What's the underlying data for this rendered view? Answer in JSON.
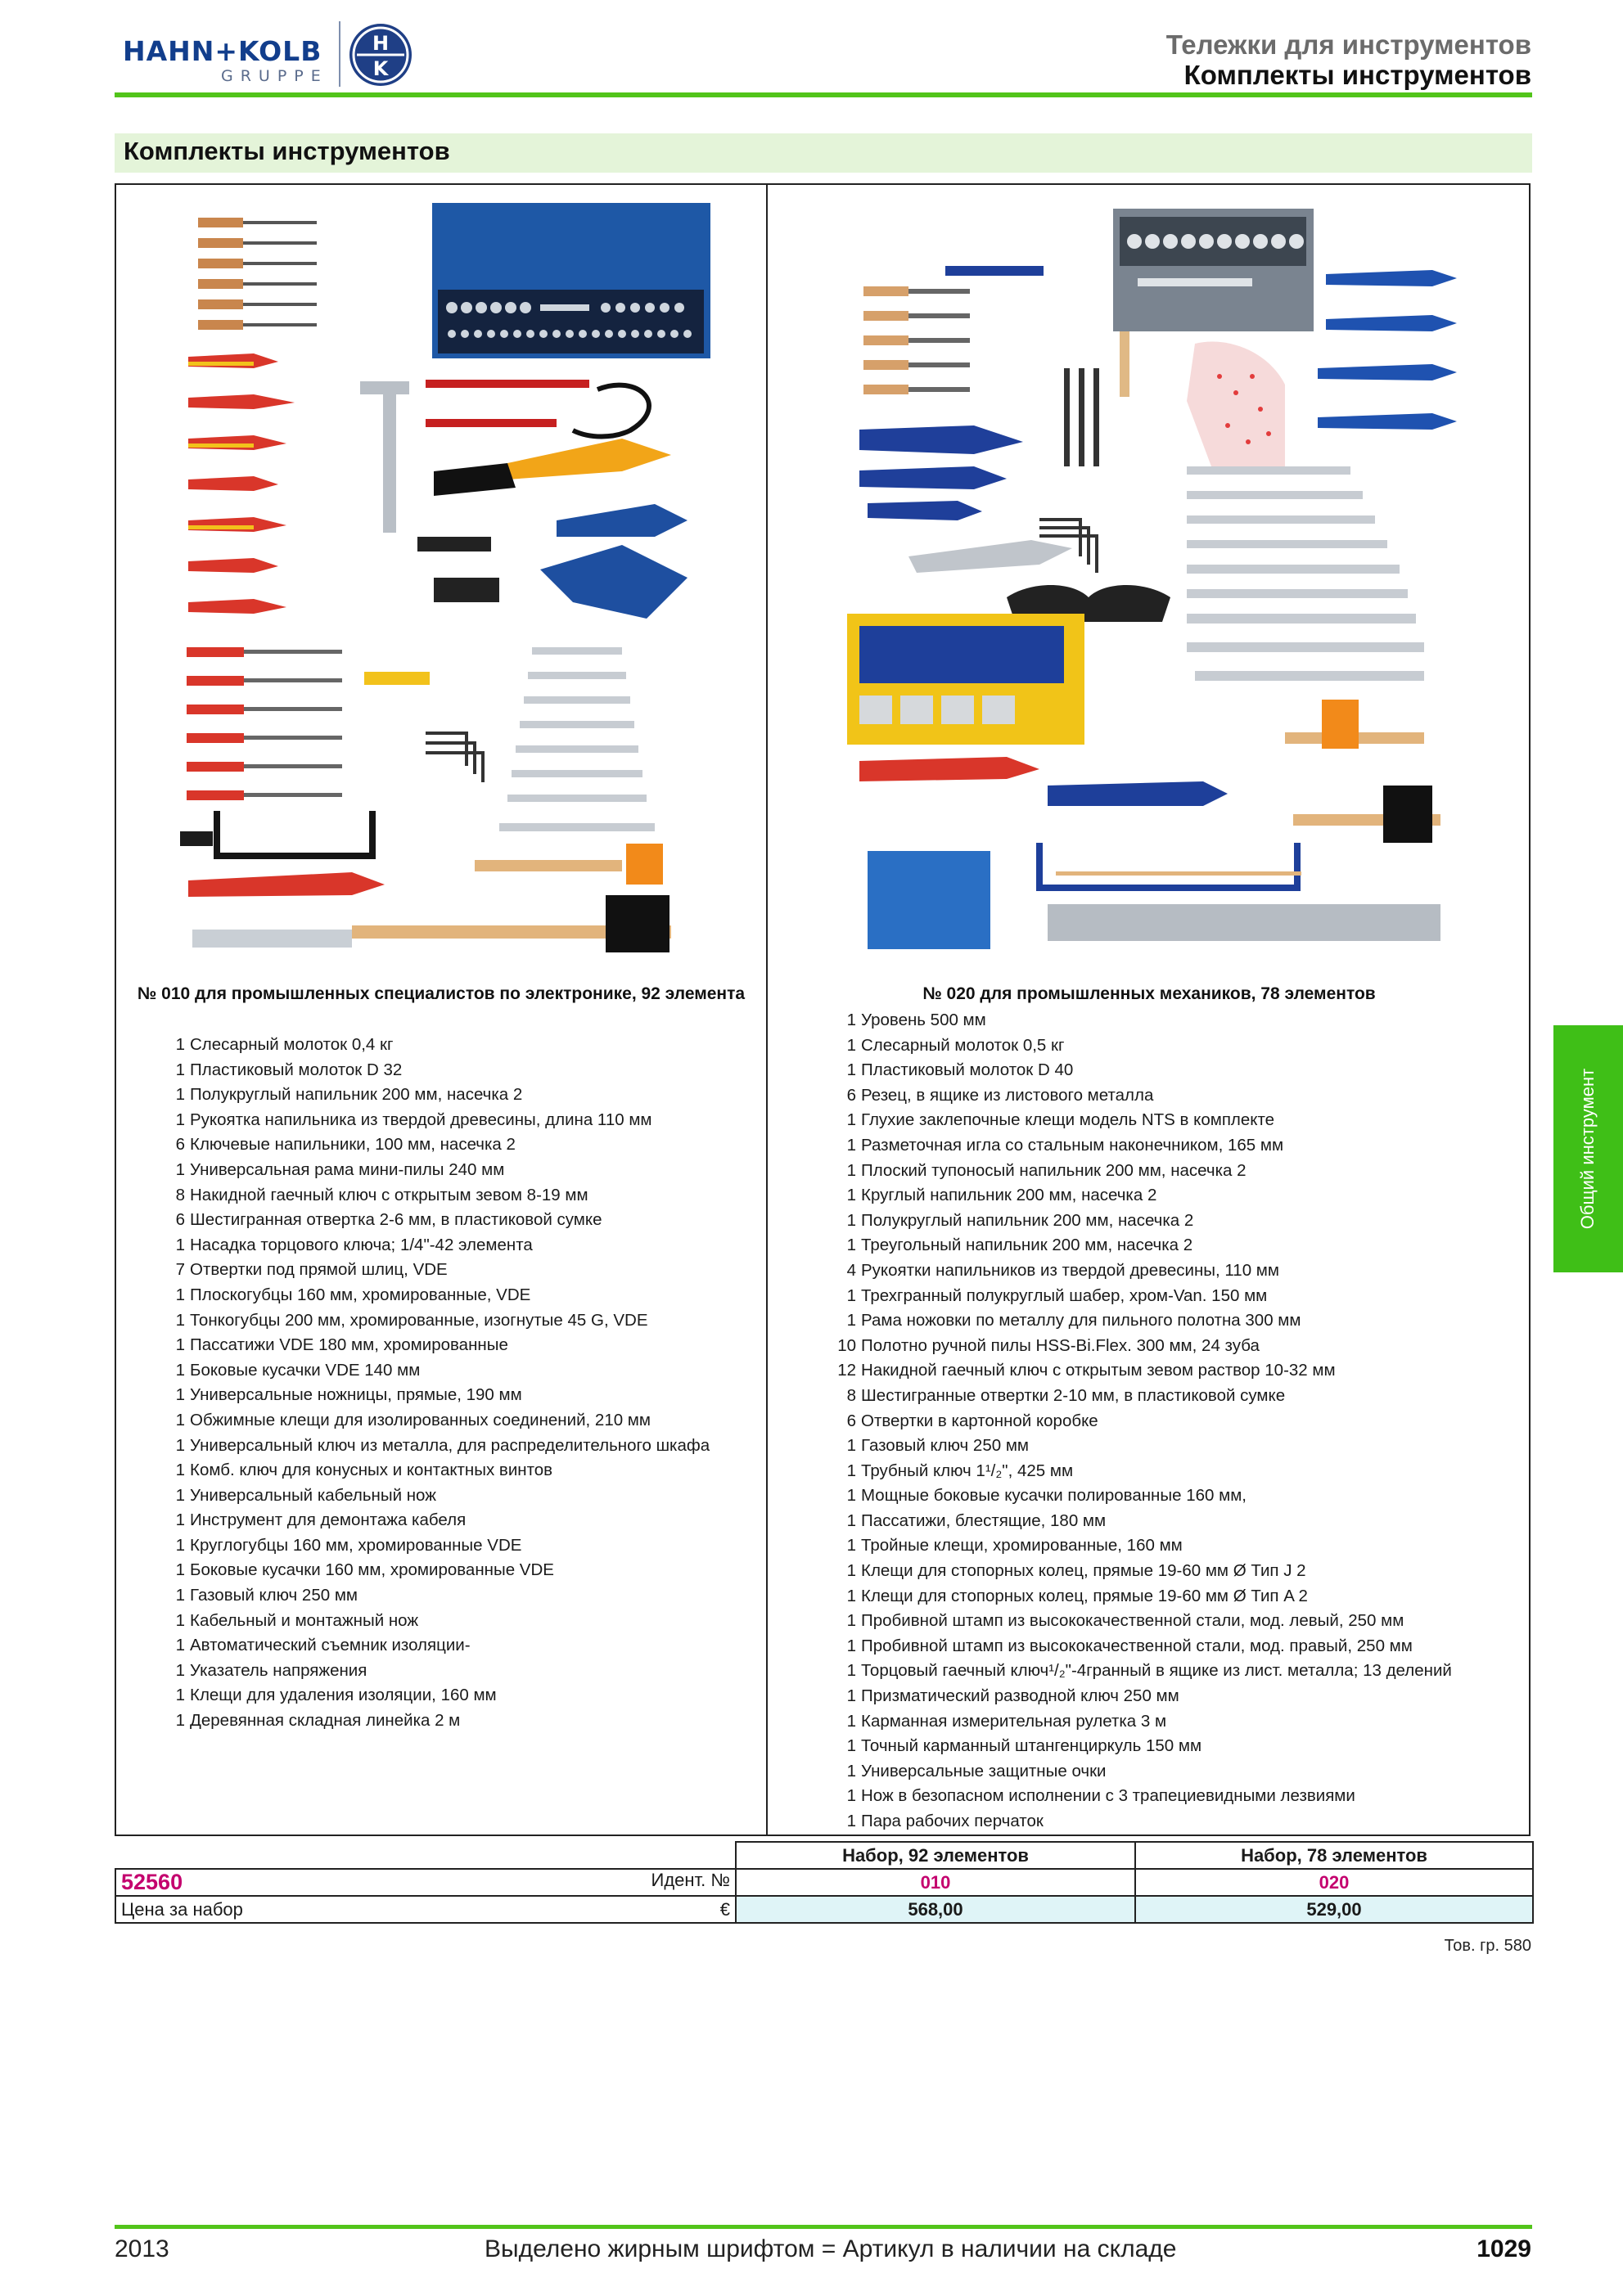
{
  "header": {
    "logo_text": "HAHN+KOLB",
    "logo_sub": "GRUPPE",
    "logo_emblem_letters": [
      "H",
      "K"
    ],
    "title_line1": "Тележки для инструментов",
    "title_line2": "Комплекты инструментов"
  },
  "section_title": "Комплекты инструментов",
  "side_tab": "Общий инструмент",
  "left_set": {
    "title": "№ 010 для промышленных специалистов по электронике, 92 элемента",
    "items": [
      {
        "qty": "1",
        "desc": "Слесарный молоток 0,4 кг"
      },
      {
        "qty": "1",
        "desc": "Пластиковый молоток D 32"
      },
      {
        "qty": "1",
        "desc": "Полукруглый напильник 200 мм, насечка 2"
      },
      {
        "qty": "1",
        "desc": "Рукоятка напильника из твердой древесины, длина 110 мм"
      },
      {
        "qty": "6",
        "desc": "Ключевые напильники, 100 мм, насечка 2"
      },
      {
        "qty": "1",
        "desc": "Универсальная рама мини-пилы 240 мм"
      },
      {
        "qty": "8",
        "desc": "Накидной гаечный ключ с открытым зевом 8-19 мм"
      },
      {
        "qty": "6",
        "desc": "Шестигранная отвертка 2-6 мм, в пластиковой сумке"
      },
      {
        "qty": "1",
        "desc": "Насадка торцового ключа; 1/4\"-42 элемента"
      },
      {
        "qty": "7",
        "desc": "Отвертки под прямой шлиц, VDE"
      },
      {
        "qty": "1",
        "desc": "Плоскогубцы 160 мм, хромированные, VDE"
      },
      {
        "qty": "1",
        "desc": "Тонкогубцы 200 мм, хромированные, изогнутые 45 G, VDE"
      },
      {
        "qty": "1",
        "desc": "Пассатижи VDE 180 мм, хромированные"
      },
      {
        "qty": "1",
        "desc": "Боковые кусачки VDE 140 мм"
      },
      {
        "qty": "1",
        "desc": "Универсальные ножницы, прямые, 190 мм"
      },
      {
        "qty": "1",
        "desc": "Обжимные клещи для изолированных соединений, 210 мм"
      },
      {
        "qty": "1",
        "desc": "Универсальный ключ из металла, для распределительного шкафа"
      },
      {
        "qty": "1",
        "desc": "Комб. ключ для конусных и контактных винтов"
      },
      {
        "qty": "1",
        "desc": "Универсальный кабельный нож"
      },
      {
        "qty": "1",
        "desc": "Инструмент для демонтажа кабеля"
      },
      {
        "qty": "1",
        "desc": "Круглогубцы 160 мм, хромированные VDE"
      },
      {
        "qty": "1",
        "desc": "Боковые кусачки 160 мм, хромированные VDE"
      },
      {
        "qty": "1",
        "desc": "Газовый ключ 250 мм"
      },
      {
        "qty": "1",
        "desc": "Кабельный и монтажный нож"
      },
      {
        "qty": "1",
        "desc": "Автоматический съемник изоляции-"
      },
      {
        "qty": "1",
        "desc": "Указатель напряжения"
      },
      {
        "qty": "1",
        "desc": "Клещи для удаления изоляции, 160 мм"
      },
      {
        "qty": "1",
        "desc": "Деревянная складная линейка 2 м"
      }
    ]
  },
  "right_set": {
    "title": "№ 020 для промышленных механиков, 78 элементов",
    "items": [
      {
        "qty": "1",
        "desc": "Уровень 500 мм"
      },
      {
        "qty": "1",
        "desc": "Слесарный молоток 0,5 кг"
      },
      {
        "qty": "1",
        "desc": "Пластиковый молоток D 40"
      },
      {
        "qty": "6",
        "desc": "Резец, в ящике из листового металла"
      },
      {
        "qty": "1",
        "desc": "Глухие заклепочные клещи модель NTS в комплекте"
      },
      {
        "qty": "1",
        "desc": "Разметочная игла со стальным наконечником, 165 мм"
      },
      {
        "qty": "1",
        "desc": "Плоский тупоносый напильник 200 мм, насечка 2"
      },
      {
        "qty": "1",
        "desc": "Круглый напильник 200 мм, насечка 2"
      },
      {
        "qty": "1",
        "desc": "Полукруглый напильник 200 мм, насечка 2"
      },
      {
        "qty": "1",
        "desc": "Треугольный напильник 200 мм, насечка 2"
      },
      {
        "qty": "4",
        "desc": "Рукоятки напильников из твердой древесины, 110 мм"
      },
      {
        "qty": "1",
        "desc": "Трехгранный полукруглый шабер, хром-Van. 150 мм"
      },
      {
        "qty": "1",
        "desc": "Рама ножовки по металлу для пильного полотна 300 мм"
      },
      {
        "qty": "10",
        "desc": "Полотно ручной пилы HSS-Bi.Flex. 300 мм, 24 зуба"
      },
      {
        "qty": "12",
        "desc": "Накидной гаечный ключ с открытым зевом раствор 10-32 мм"
      },
      {
        "qty": "8",
        "desc": "Шестигранные отвертки 2-10 мм, в пластиковой сумке"
      },
      {
        "qty": "6",
        "desc": "Отвертки в картонной коробке"
      },
      {
        "qty": "1",
        "desc": "Газовый ключ 250 мм"
      },
      {
        "qty": "1",
        "desc": "Трубный ключ 1¹/₂\", 425 мм"
      },
      {
        "qty": "1",
        "desc": "Мощные боковые кусачки полированные 160 мм,"
      },
      {
        "qty": "1",
        "desc": "Пассатижи, блестящие, 180 мм"
      },
      {
        "qty": "1",
        "desc": "Тройные клещи, хромированные, 160 мм"
      },
      {
        "qty": "1",
        "desc": "Клещи для стопорных колец, прямые 19-60 мм Ø Тип J 2"
      },
      {
        "qty": "1",
        "desc": "Клещи для стопорных колец, прямые 19-60 мм Ø Тип A 2"
      },
      {
        "qty": "1",
        "desc": "Пробивной штамп из высококачественной стали, мод. левый, 250 мм"
      },
      {
        "qty": "1",
        "desc": "Пробивной штамп из высококачественной стали, мод. правый, 250 мм"
      },
      {
        "qty": "1",
        "desc": "Торцовый гаечный ключ¹/₂\"-4гранный в ящике из лист. металла; 13 делений"
      },
      {
        "qty": "1",
        "desc": "Призматический разводной ключ 250 мм"
      },
      {
        "qty": "1",
        "desc": "Карманная измерительная рулетка 3  м"
      },
      {
        "qty": "1",
        "desc": "Точный карманный штангенциркуль 150 мм"
      },
      {
        "qty": "1",
        "desc": "Универсальные защитные очки"
      },
      {
        "qty": "1",
        "desc": "Нож в безопасном исполнении с 3 трапециевидными лезвиями"
      },
      {
        "qty": "1",
        "desc": "Пара рабочих перчаток"
      }
    ]
  },
  "order_table": {
    "col1_header": "Набор, 92 элементов",
    "col2_header": "Набор, 78 элементов",
    "article_no": "52560",
    "ident_label": "Идент. №",
    "ident_1": "010",
    "ident_2": "020",
    "price_label": "Цена за набор",
    "currency": "€",
    "price_1": "568,00",
    "price_2": "529,00"
  },
  "product_group": "Тов. гр. 580",
  "footer": {
    "year": "2013",
    "legend": "Выделено жирным шрифтом = Артикул в наличии на складе",
    "page": "1029"
  },
  "colors": {
    "accent_green": "#52c41a",
    "side_tab_green": "#3fbf17",
    "ident_magenta": "#c4006e",
    "price_cell_bg": "#dff4f7",
    "logo_blue": "#123e8c"
  }
}
